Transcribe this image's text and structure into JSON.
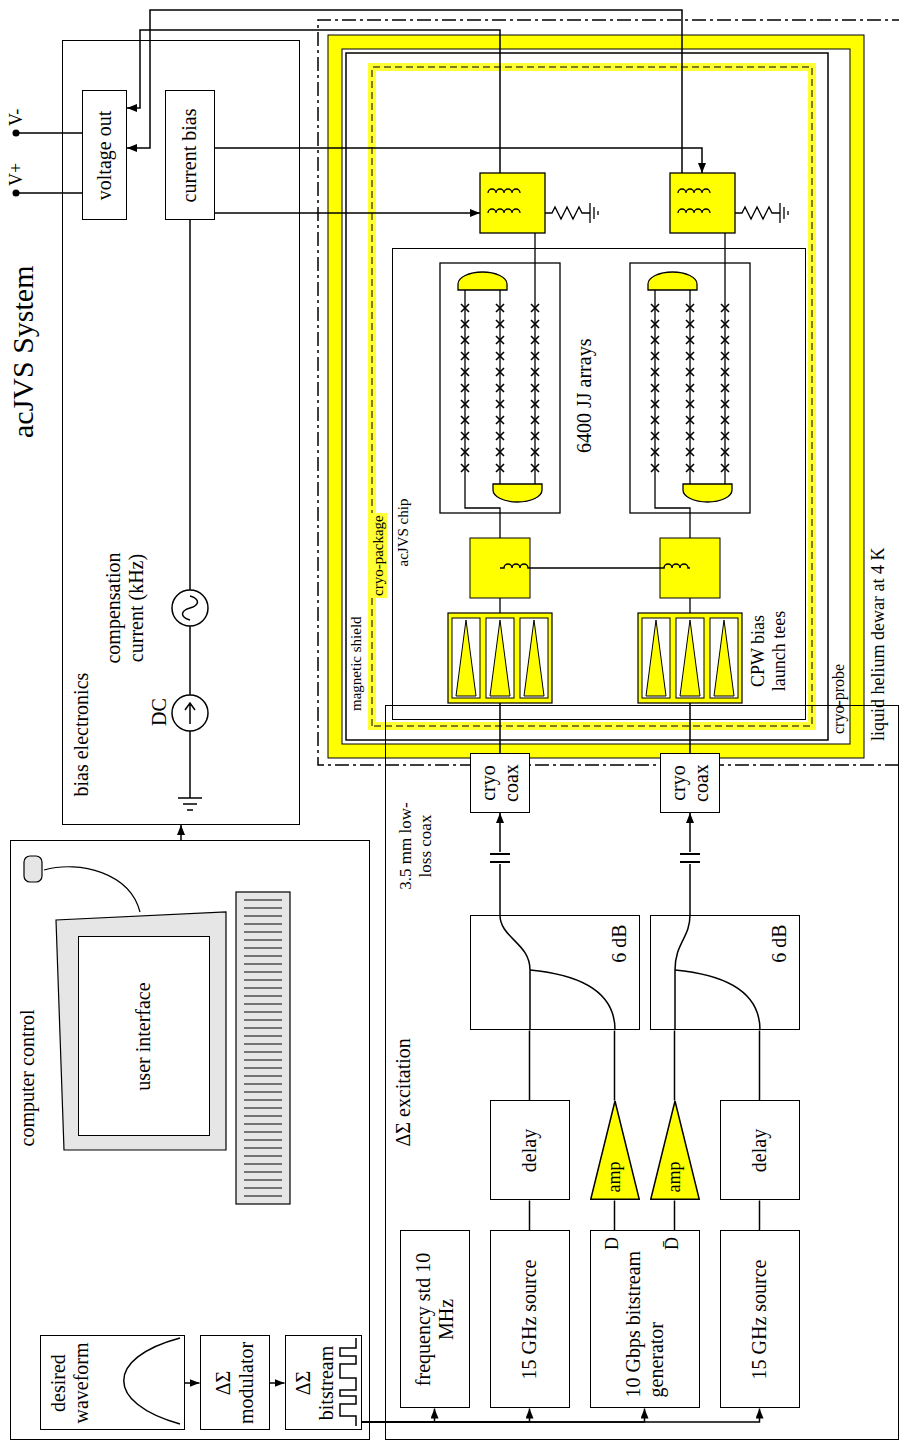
{
  "diagram": {
    "title": "acJVS System",
    "nodes": [
      {
        "text": [
          "computer control"
        ]
      },
      {
        "text": [
          "desired waveform"
        ],
        "in": 0
      },
      {
        "text": [
          "ΔΣ modulator"
        ],
        "in": 0
      },
      {
        "text": [
          "ΔΣ bitstream"
        ],
        "in": 0
      },
      {
        "text": [
          "user interface"
        ],
        "in": 0
      },
      {
        "text": [
          "bias electronics"
        ]
      },
      {
        "text": [
          "current bias"
        ],
        "in": 5
      },
      {
        "text": [
          "voltage out"
        ],
        "in": 5
      },
      {
        "text": [
          "ΔΣ excitation"
        ]
      },
      {
        "text": [
          "frequency std 10 MHz"
        ],
        "in": 8
      },
      {
        "text": [
          "15 GHz source"
        ],
        "in": 8
      },
      {
        "text": [
          "10 Gbps bitstream generator"
        ],
        "in": 8
      },
      {
        "text": [
          "15 GHz source"
        ],
        "in": 8
      },
      {
        "text": [
          "delay"
        ],
        "in": 8
      },
      {
        "text": [
          "amp"
        ],
        "in": 8
      },
      {
        "text": [
          "amp"
        ],
        "in": 8
      },
      {
        "text": [
          "delay"
        ],
        "in": 8
      },
      {
        "text": [
          "6 dB"
        ],
        "in": 8
      },
      {
        "text": [
          "6 dB"
        ],
        "in": 8
      },
      {
        "text": [
          "liquid helium dewar at 4 K"
        ]
      },
      {
        "text": [
          "cryo-probe"
        ],
        "in": 19
      },
      {
        "text": [
          "magnetic shield"
        ],
        "in": 20
      },
      {
        "text": [
          "cryo-package"
        ],
        "in": 21
      },
      {
        "text": [
          "acJVS chip"
        ],
        "in": 22
      },
      {
        "text": [
          "cryo coax"
        ]
      },
      {
        "text": [
          "cryo coax"
        ]
      }
    ],
    "edges": [
      {
        "from": 1,
        "to": 2,
        "arrow": "to"
      },
      {
        "from": 2,
        "to": 3,
        "arrow": "to"
      },
      {
        "from": 3,
        "to": 9,
        "arrow": "to"
      },
      {
        "from": 3,
        "to": 10,
        "arrow": "to"
      },
      {
        "from": 3,
        "to": 11,
        "arrow": "to"
      },
      {
        "from": 3,
        "to": 12,
        "arrow": "to"
      },
      {
        "from": 0,
        "to": 5,
        "arrow": "to"
      },
      {
        "from": 10,
        "to": 13,
        "arrow": "none"
      },
      {
        "from": 13,
        "to": 17,
        "arrow": "none"
      },
      {
        "from": 11,
        "to": 14,
        "arrow": "none"
      },
      {
        "from": 11,
        "to": 15,
        "arrow": "none"
      },
      {
        "from": 12,
        "to": 16,
        "arrow": "none"
      },
      {
        "from": 14,
        "to": 17,
        "arrow": "none"
      },
      {
        "from": 15,
        "to": 18,
        "arrow": "none"
      },
      {
        "from": 16,
        "to": 18,
        "arrow": "none"
      },
      {
        "from": 17,
        "to": 24,
        "arrow": "to"
      },
      {
        "from": 18,
        "to": 25,
        "arrow": "to"
      }
    ],
    "labels": [
      "V+",
      "V-",
      "DC",
      "compensation current (kHz)",
      "3.5 mm low-loss coax",
      "D",
      "D̄",
      "6400 JJ arrays",
      "CPW bias launch tees"
    ]
  }
}
